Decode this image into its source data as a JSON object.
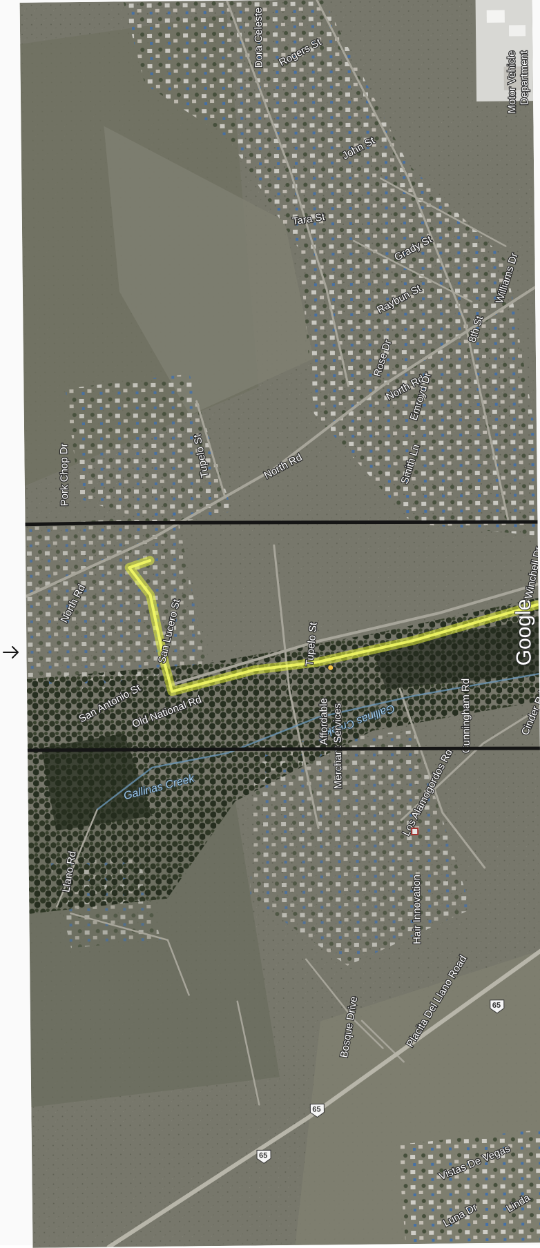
{
  "map": {
    "brand": "Google",
    "route_color": "#e6f23a",
    "streets": [
      {
        "id": "dora-celeste",
        "text": "Dora Celeste"
      },
      {
        "id": "rogers-st",
        "text": "Rogers St"
      },
      {
        "id": "john-st",
        "text": "John St"
      },
      {
        "id": "tara-st",
        "text": "Tara St"
      },
      {
        "id": "grady-st",
        "text": "Grady St"
      },
      {
        "id": "williams-dr",
        "text": "Williams Dr"
      },
      {
        "id": "raybun-st",
        "text": "Raybun St"
      },
      {
        "id": "8th-st",
        "text": "8th St"
      },
      {
        "id": "rose-dr",
        "text": "Rose Dr"
      },
      {
        "id": "north-rd-1",
        "text": "North Rd"
      },
      {
        "id": "emroyd-dr",
        "text": "Emroyd Dr"
      },
      {
        "id": "tupelo-st-1",
        "text": "Tupelo St"
      },
      {
        "id": "north-rd-2",
        "text": "North Rd"
      },
      {
        "id": "smith-ln",
        "text": "Smith Ln"
      },
      {
        "id": "pork-chop-dr",
        "text": "Pork Chop Dr"
      },
      {
        "id": "north-rd-3",
        "text": "North Rd"
      },
      {
        "id": "san-lucero-st",
        "text": "San Lucero St"
      },
      {
        "id": "san-antonio-st",
        "text": "San Antonio St"
      },
      {
        "id": "old-national-rd",
        "text": "Old National Rd"
      },
      {
        "id": "tupelo-st-2",
        "text": "Tupelo St"
      },
      {
        "id": "winchell-dr",
        "text": "Winchell Dr"
      },
      {
        "id": "cunningham-rd",
        "text": "Cunningham Rd"
      },
      {
        "id": "cinder-rd",
        "text": "Cinder Rd"
      },
      {
        "id": "llano-rd",
        "text": "Llano Rd"
      },
      {
        "id": "los-alamogordos-rd",
        "text": "Los Alamogordos Rd"
      },
      {
        "id": "placita-del-llano-road",
        "text": "Placita Del Llano Road"
      },
      {
        "id": "bosque-drive",
        "text": "Bosque Drive"
      },
      {
        "id": "vistas-de-vegas",
        "text": "Vistas De Vegas"
      },
      {
        "id": "luna-dr",
        "text": "Luna Dr"
      },
      {
        "id": "linda",
        "text": "Linda"
      }
    ],
    "waterways": [
      {
        "id": "gallinas-creek-1",
        "text": "Gallinas Creek"
      },
      {
        "id": "gallinas-creek-2",
        "text": "Gallinas Creek"
      }
    ],
    "places": [
      {
        "id": "motor-vehicle-department",
        "line1": "Motor Vehicle",
        "line2": "Department"
      },
      {
        "id": "affordable-merchant-services",
        "line1": "Affordable",
        "line2": "Merchant Services"
      },
      {
        "id": "hair-innovation",
        "line1": "Hair Innovation",
        "line2": ""
      }
    ],
    "route_shields": [
      {
        "id": "shield-65-a",
        "text": "65"
      },
      {
        "id": "shield-65-b",
        "text": "65"
      },
      {
        "id": "shield-65-c",
        "text": "65"
      }
    ]
  },
  "annotations": {
    "arrow_icon": "arrow-right-icon",
    "marker_color": "#151515"
  }
}
